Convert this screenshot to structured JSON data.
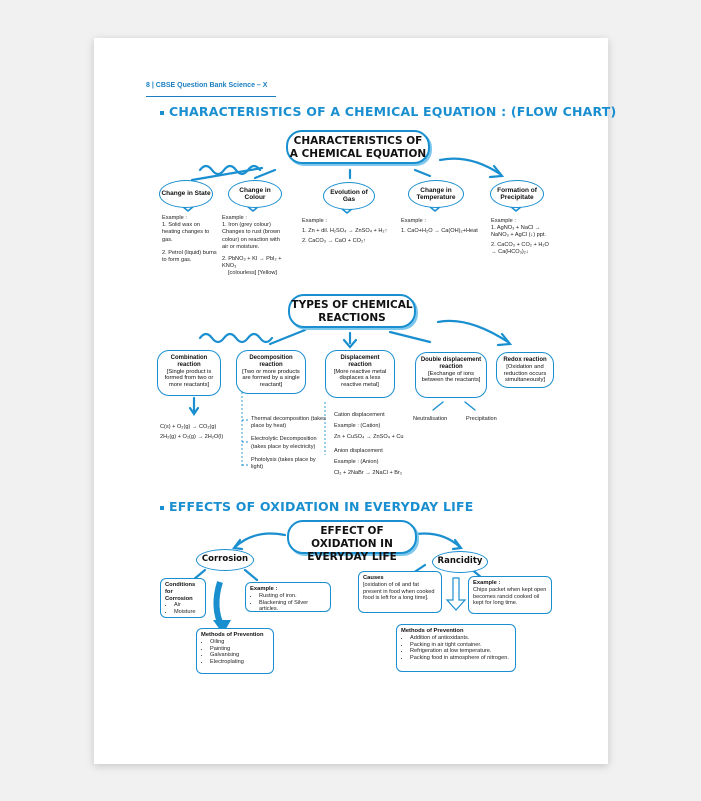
{
  "header": {
    "page_no": "8",
    "book": "CBSE Question Bank Science – X"
  },
  "sec1": {
    "title": "CHARACTERISTICS OF A CHEMICAL EQUATION : (FLOW CHART)",
    "cloud": "CHARACTERISTICS OF A CHEMICAL EQUATION",
    "nodes": [
      {
        "label": "Change in State",
        "example": [
          "Example :",
          "1. Solid wax on heating changes to gas.",
          "",
          "2. Petrol (liquid) burns to form gas."
        ]
      },
      {
        "label": "Change in Colour",
        "example": [
          "Example :",
          "1. Iron (grey colour) Changes to rust (brown colour) on reaction with air or moisture.",
          "",
          "2. PbNO₃ + KI → PbI₂ + KNO₃",
          "[colourless]      [Yellow]"
        ]
      },
      {
        "label": "Evolution of Gas",
        "example": [
          "Example :",
          "1. Zn + dil. H₂SO₄ → ZnSO₄ + H₂↑",
          "2. CaCO₃ → CaO + CO₂↑"
        ]
      },
      {
        "label": "Change in Temperature",
        "example": [
          "Example :",
          "1. CaO+H₂O → Ca(OH)₂+Heat"
        ]
      },
      {
        "label": "Formation of Precipitate",
        "example": [
          "Example :",
          "1. AgNO₃ + NaCl →",
          "NaNO₃ + AgCl (↓) ppt.",
          "2. CaCO₃ + CO₂ + H₂O",
          "→ Ca(HCO₃)₂↓"
        ]
      }
    ]
  },
  "sec2": {
    "cloud": "TYPES OF CHEMICAL REACTIONS",
    "types": [
      {
        "title": "Combination reaction",
        "desc": "[Single product is formed from two or more reactants]"
      },
      {
        "title": "Decomposition reaction",
        "desc": "[Two or more products are formed by a single reactant]"
      },
      {
        "title": "Displacement reaction",
        "desc": "[More reactive metal displaces a less reactive metal]"
      },
      {
        "title": "Double displacement reaction",
        "desc": "[Exchange of ions between the reactants]"
      },
      {
        "title": "Redox reaction",
        "desc": "[Oxidation and reduction occurs simultaneously]"
      }
    ],
    "combination_eq": [
      "C(s) + O₂(g) → CO₂(g)",
      "2H₂(g) + O₂(g) → 2H₂O(l)"
    ],
    "decomp_list": [
      "Thermal decomposition (takes place by heat)",
      "Electrolytic Decomposition (takes place by electricity)",
      "Photolysis (takes place by light)"
    ],
    "displacement": [
      "Cation displacement",
      "Example : (Cation)",
      "Zn + CuSO₄ → ZnSO₄ + Cu",
      "Anion displacement",
      "Example : (Anion)",
      "Cl₂ + 2NaBr → 2NaCl + Br₂"
    ],
    "double_children": [
      "Neutralisation",
      "Precipitation"
    ]
  },
  "sec3": {
    "title": "EFFECTS OF OXIDATION IN EVERYDAY LIFE",
    "cloud": "EFFECT OF OXIDATION IN EVERYDAY LIFE",
    "corrosion": {
      "label": "Corrosion",
      "conditions_title": "Conditions for Corrosion",
      "conditions": [
        "Air",
        "Moisture"
      ],
      "example_title": "Example :",
      "examples": [
        "Rusting of iron.",
        "Blackening of Silver articles."
      ],
      "prevention_title": "Methods of Prevention",
      "prevention": [
        "Oiling",
        "Painting",
        "Galvanising",
        "Electroplating"
      ]
    },
    "rancidity": {
      "label": "Rancidity",
      "causes_title": "Causes",
      "causes": "[oxidation of oil and fat present in food when cooked food is left for a long time].",
      "example_title": "Example :",
      "example": "Chips packet when kept open becomes rancid cooked oil kept for long time.",
      "prevention_title": "Methods of Prevention",
      "prevention": [
        "Addition of antioxidants.",
        "Packing in air tight container.",
        "Refrigeration at low temperature.",
        "Packing food in atmosphere of nitrogen."
      ]
    }
  },
  "colors": {
    "accent": "#1a8fd0",
    "accent_light": "#7ec7ec"
  }
}
